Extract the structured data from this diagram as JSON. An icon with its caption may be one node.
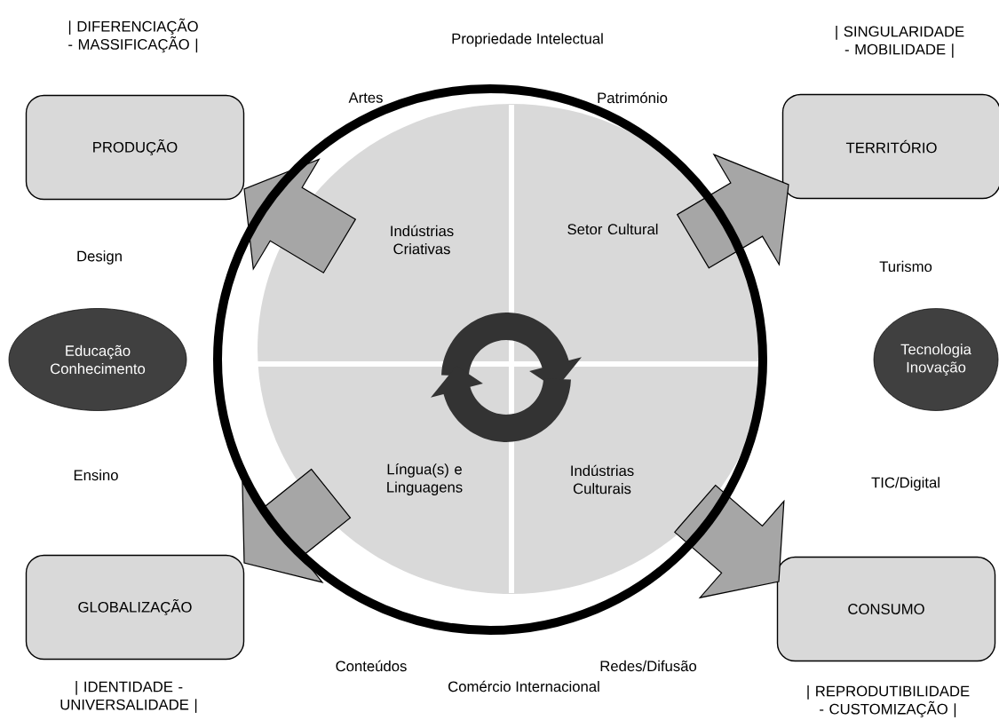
{
  "diagram": {
    "nodes": [
      {
        "text": [],
        "shape": "circle"
      },
      {
        "text": [
          "Indústrias Criativas"
        ],
        "in": 0
      },
      {
        "text": [
          "Setor Cultural"
        ],
        "in": 0
      },
      {
        "text": [
          "Língua(s) e Linguagens"
        ],
        "in": 0
      },
      {
        "text": [
          "Indústrias Culturais"
        ],
        "in": 0
      },
      {
        "text": [
          "PRODUÇÃO"
        ],
        "beside": [
          "| DIFERENCIAÇÃO - MASSIFICAÇÃO |"
        ]
      },
      {
        "text": [
          "TERRITÓRIO"
        ],
        "beside": [
          "| SINGULARIDADE - MOBILIDADE |"
        ]
      },
      {
        "text": [
          "GLOBALIZAÇÃO"
        ],
        "beside": [
          "| IDENTIDADE - UNIVERSALIDADE |"
        ]
      },
      {
        "text": [
          "CONSUMO"
        ],
        "beside": [
          "| REPRODUTIBILIDADE - CUSTOMIZAÇÃO |"
        ]
      },
      {
        "text": [
          "Educação Conhecimento"
        ]
      },
      {
        "text": [
          "Tecnologia Inovação"
        ]
      }
    ],
    "edges": [
      {
        "from": 0,
        "to": 5,
        "arrow": "to"
      },
      {
        "from": 0,
        "to": 6,
        "arrow": "to"
      },
      {
        "from": 0,
        "to": 7,
        "arrow": "to"
      },
      {
        "from": 0,
        "to": 8,
        "arrow": "to"
      }
    ],
    "labels": [
      "Propriedade Intelectual",
      "Artes",
      "Património",
      "Design",
      "Turismo",
      "Ensino",
      "TIC/Digital",
      "Conteúdos",
      "Redes/Difusão",
      "Comércio Internacional"
    ]
  }
}
